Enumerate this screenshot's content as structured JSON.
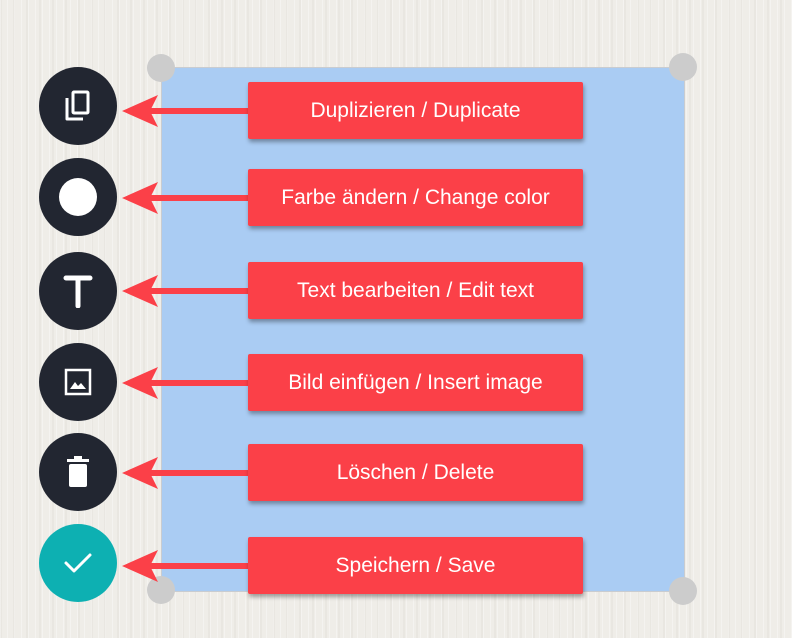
{
  "colors": {
    "background": "#efede8",
    "canvas_fill": "#aaccf3",
    "handle": "#cccccc",
    "tool_button": "#222631",
    "save_button": "#0db0b2",
    "callout": "#fb4048",
    "callout_text": "#ffffff",
    "arrow": "#fb4048"
  },
  "toolbar": {
    "buttons": [
      {
        "id": "duplicate",
        "icon": "copy-icon"
      },
      {
        "id": "color",
        "icon": "circle-icon"
      },
      {
        "id": "text",
        "icon": "text-t-icon"
      },
      {
        "id": "image",
        "icon": "image-icon"
      },
      {
        "id": "delete",
        "icon": "trash-icon"
      },
      {
        "id": "save",
        "icon": "checkmark-icon"
      }
    ]
  },
  "callouts": {
    "duplicate": "Duplizieren / Duplicate",
    "color": "Farbe ändern / Change color",
    "text": "Text bearbeiten / Edit text",
    "image": "Bild einfügen / Insert image",
    "delete": "Löschen / Delete",
    "save": "Speichern / Save"
  }
}
